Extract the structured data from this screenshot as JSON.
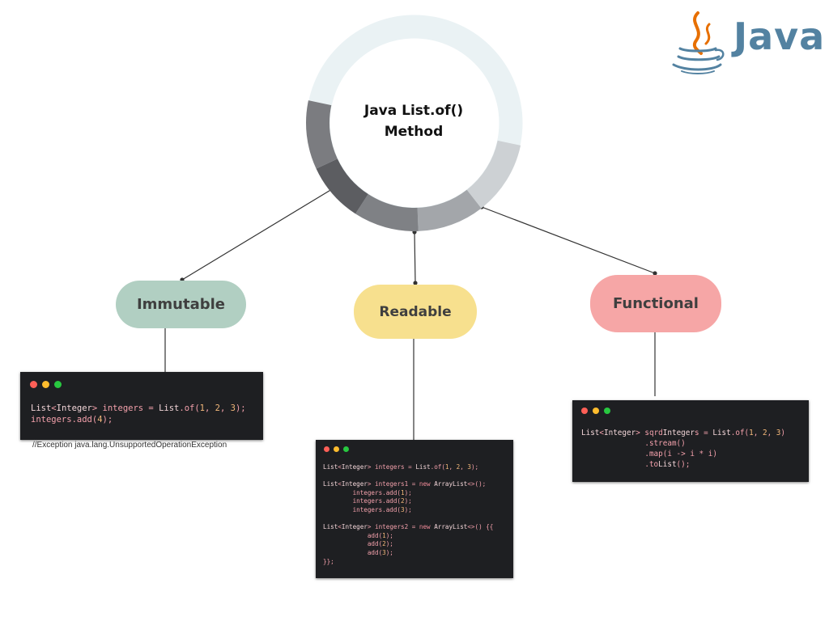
{
  "center": {
    "title_line1": "Java  List.of()",
    "title_line2": "Method"
  },
  "logo": {
    "wordmark": "Java",
    "icon": "java-coffee-cup-icon",
    "primary_color": "#5382a1",
    "steam_color": "#e76f00"
  },
  "ring": {
    "track_color": "#eaf2f4",
    "segment_colors": [
      "#cdd1d4",
      "#a3a6aa",
      "#7f8185",
      "#5c5d61",
      "#7b7c80"
    ]
  },
  "nodes": [
    {
      "label": "Immutable",
      "color": "#b1cfc2"
    },
    {
      "label": "Readable",
      "color": "#f7e08e"
    },
    {
      "label": "Functional",
      "color": "#f6a6a6"
    }
  ],
  "window_dots": [
    "#ff5f57",
    "#febc2e",
    "#28c840"
  ],
  "code": {
    "immutable": [
      "List<Integer> integers = List.of(1, 2, 3);",
      "integers.add(4);"
    ],
    "immutable_note": "//Exception java.lang.UnsupportedOperationException",
    "readable": [
      "List<Integer> integers = List.of(1, 2, 3);",
      "",
      "List<Integer> integers1 = new ArrayList<>();",
      "        integers.add(1);",
      "        integers.add(2);",
      "        integers.add(3);",
      "",
      "List<Integer> integers2 = new ArrayList<>() {{",
      "            add(1);",
      "            add(2);",
      "            add(3);",
      "}};"
    ],
    "functional": [
      "List<Integer> sqrdIntegers = List.of(1, 2, 3)",
      "              .stream()",
      "              .map(i -> i * i)",
      "              .toList();"
    ]
  }
}
